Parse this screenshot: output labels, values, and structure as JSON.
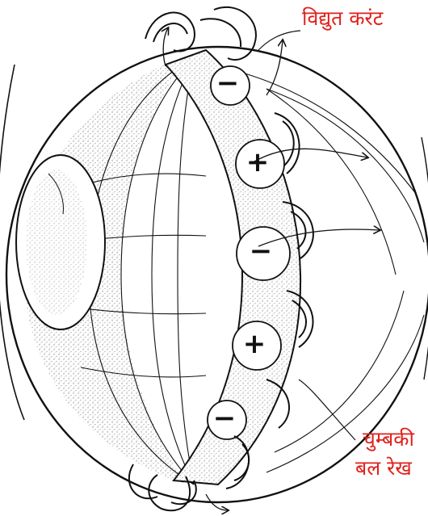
{
  "labels": {
    "electric_current": "विद्युत करंट",
    "magnetic_field_line_1": "चुम्बकी",
    "magnetic_field_line_2": "बल रेख"
  },
  "charges": [
    "−",
    "+",
    "−",
    "+",
    "−"
  ],
  "colors": {
    "label": "#e0211c",
    "ink": "#111111",
    "background": "#ffffff"
  }
}
